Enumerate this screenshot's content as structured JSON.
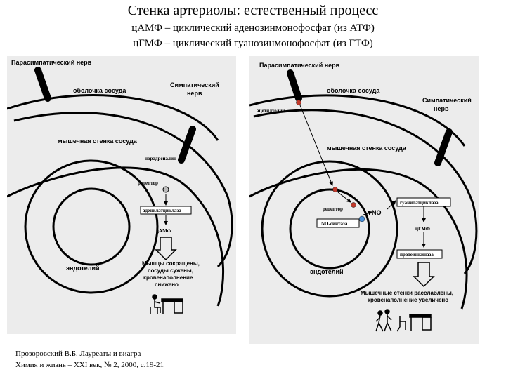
{
  "header": {
    "title": "Стенка артериолы: естественный процесс",
    "subtitle1": "цАМФ – циклический аденозинмонофосфат (из АТФ)",
    "subtitle2": "цГМФ – циклический гуанозинмонофосфат (из ГТФ)"
  },
  "left_panel": {
    "parasympathetic_nerve": "Парасимпатический нерв",
    "vessel_sheath": "оболочка сосуда",
    "sympathetic_nerve_line1": "Симпатический",
    "sympathetic_nerve_line2": "нерв",
    "muscle_wall": "мышечная стенка сосуда",
    "noradrenaline": "норадреналин",
    "receptor": "рецептор",
    "adenylate_cyclase": "аденилатциклаза",
    "camp": "цАМФ",
    "endothelium": "эндотелий",
    "result_line1": "Мышцы сокращены,",
    "result_line2": "сосуды сужены,",
    "result_line3": "кровенаполнение",
    "result_line4": "снижено"
  },
  "right_panel": {
    "parasympathetic_nerve": "Парасимпатический нерв",
    "vessel_sheath": "оболочка сосуда",
    "sympathetic_nerve_line1": "Симпатический",
    "sympathetic_nerve_line2": "нерв",
    "acetylcholine": "ацетилхолин",
    "muscle_wall": "мышечная стенка сосуда",
    "receptor": "рецептор",
    "no": "NO",
    "no_synthase": "NO-синтаза",
    "guanylate_cyclase": "гуанилатциклаза",
    "cgmp": "цГМФ",
    "protein_kinase": "протеинкиназа",
    "endothelium": "эндотелий",
    "result_line1": "Мышечные стенки расслаблены,",
    "result_line2": "кровенаполнение увеличено"
  },
  "reference": {
    "line1": "Прозоровский В.Б. Лауреаты и виагра",
    "line2": "Химия и жизнь – XXI век, № 2, 2000, с.19-21"
  },
  "colors": {
    "panel_bg": "#ececec",
    "molecule_red": "#c0392b",
    "molecule_blue": "#4a90d9"
  },
  "icons": [
    "nerve-ending-icon",
    "person-at-desk-icon",
    "walking-people-icon",
    "down-arrow-icon"
  ]
}
